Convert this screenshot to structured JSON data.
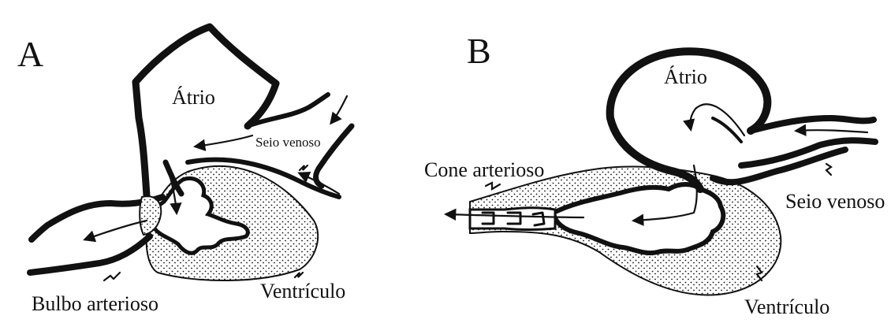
{
  "panel_a": {
    "letter": "A",
    "labels": {
      "atrio": "Átrio",
      "seio_venoso": "Seio venoso",
      "bulbo_arterioso": "Bulbo arterioso",
      "ventriculo": "Ventrículo"
    }
  },
  "panel_b": {
    "letter": "B",
    "labels": {
      "atrio": "Átrio",
      "cone_arterioso": "Cone arterioso",
      "seio_venoso": "Seio venoso",
      "ventriculo": "Ventrículo"
    }
  },
  "colors": {
    "ink": "#111111",
    "background": "#ffffff"
  }
}
